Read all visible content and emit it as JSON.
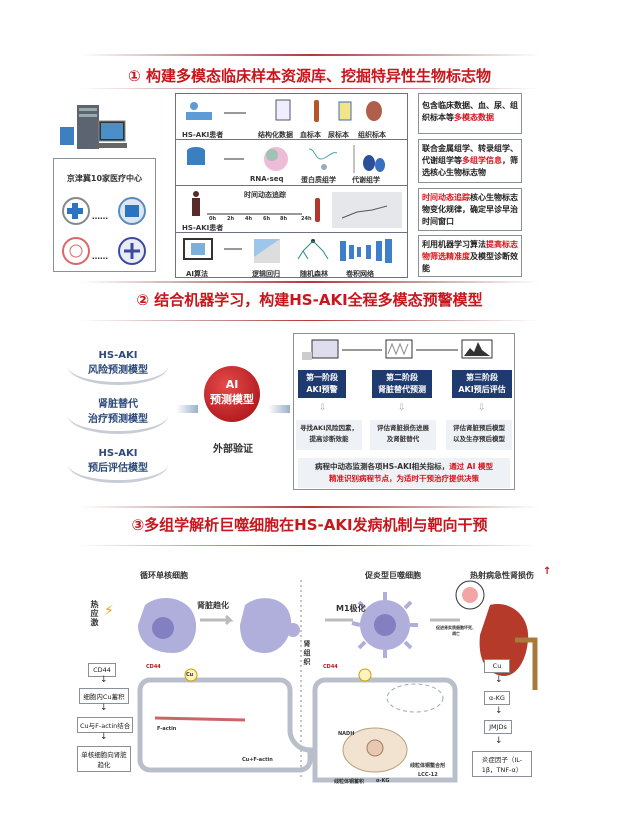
{
  "section1": {
    "title": "① 构建多模态临床样本资源库、挖掘特异性生物标志物",
    "centers_label": "京津冀10家医疗中心",
    "ellipsis": "……",
    "row1": {
      "patient": "HS-AKI患者",
      "items": [
        "结构化数据",
        "血标本",
        "尿标本",
        "组织标本"
      ]
    },
    "row2": {
      "items": [
        "RNA-seq",
        "蛋白质组学",
        "代谢组学"
      ]
    },
    "row3": {
      "patient": "HS-AKI患者",
      "track": "时间动态追踪",
      "ticks": [
        "0h",
        "2h",
        "4h",
        "6h",
        "8h",
        "24h"
      ]
    },
    "row4": {
      "items": [
        "AI算法",
        "逻辑回归",
        "随机森林",
        "卷积网络"
      ]
    },
    "notes": [
      {
        "pre": "包含临床数据、血、尿、组织标本等",
        "red": "多模态数据",
        "post": ""
      },
      {
        "pre": "联合金属组学、转录组学、代谢组学等",
        "red": "多组学信息",
        "post": "，筛选核心生物标志物"
      },
      {
        "pre": "",
        "red": "时间动态追踪",
        "post": "核心生物标志物变化规律，确定早诊早治时间窗口"
      },
      {
        "pre": "利用机器学习算法",
        "red": "提高标志物筛选精准度",
        "post": "及模型诊断效能"
      }
    ]
  },
  "section2": {
    "title": "② 结合机器学习，构建HS-AKI全程多模态预警模型",
    "models": [
      [
        "HS-AKI",
        "风险预测模型"
      ],
      [
        "肾脏替代",
        "治疗预测模型"
      ],
      [
        "HS-AKI",
        "预后评估模型"
      ]
    ],
    "ai": [
      "AI",
      "预测模型"
    ],
    "validation": "外部验证",
    "stages": [
      [
        "第一阶段",
        "AKI预警"
      ],
      [
        "第二阶段",
        "肾脏替代预测"
      ],
      [
        "第三阶段",
        "AKI预后评估"
      ]
    ],
    "descs": [
      [
        "寻找AKI风险因素，",
        "提高诊断效能"
      ],
      [
        "评估肾脏损伤进展",
        "及肾脏替代"
      ],
      [
        "评估肾脏预后模型",
        "以及生存预后模型"
      ]
    ],
    "summary": {
      "pre": "病程中动态监测各项HS-AKI相关指标，",
      "red1": "通过 AI 模型",
      "red2": "精准识别病程节点，为适时干预治疗提供决策"
    }
  },
  "section3": {
    "title": "③多组学解析巨噬细胞在HS-AKI发病机制与靶向干预",
    "monocyte": "循环单核细胞",
    "heat": "热应激",
    "kidney_chemo": "肾脏趋化",
    "tissue": "肾组织",
    "m1": "M1极化",
    "macrophage": "促炎型巨噬细胞",
    "injury": "热射病急性肾损伤",
    "promote": "促进肾实质细胞坏死、凋亡",
    "left_flow": [
      "CD44",
      "细胞内Cu蓄积",
      "Cu与F-actin结合",
      "单核细胞向肾脏趋化"
    ],
    "right_flow": [
      "Cu",
      "α-KG",
      "JMJDs",
      "炎症因子（IL-1β，TNF-α）"
    ],
    "cell_labels": {
      "cd44": "CD44",
      "cu": "Cu",
      "factin": "F-actin",
      "cufactin": "Cu+F-actin",
      "nadh": "NADH",
      "chelator": "线粒体铜螯合剂",
      "lcc": "LCC-12",
      "mito": "线粒体铜蓄积",
      "akg": "α-KG"
    }
  },
  "colors": {
    "accent": "#c8161d",
    "navy": "#1f3a6e",
    "cell": "#a9a8d6"
  }
}
